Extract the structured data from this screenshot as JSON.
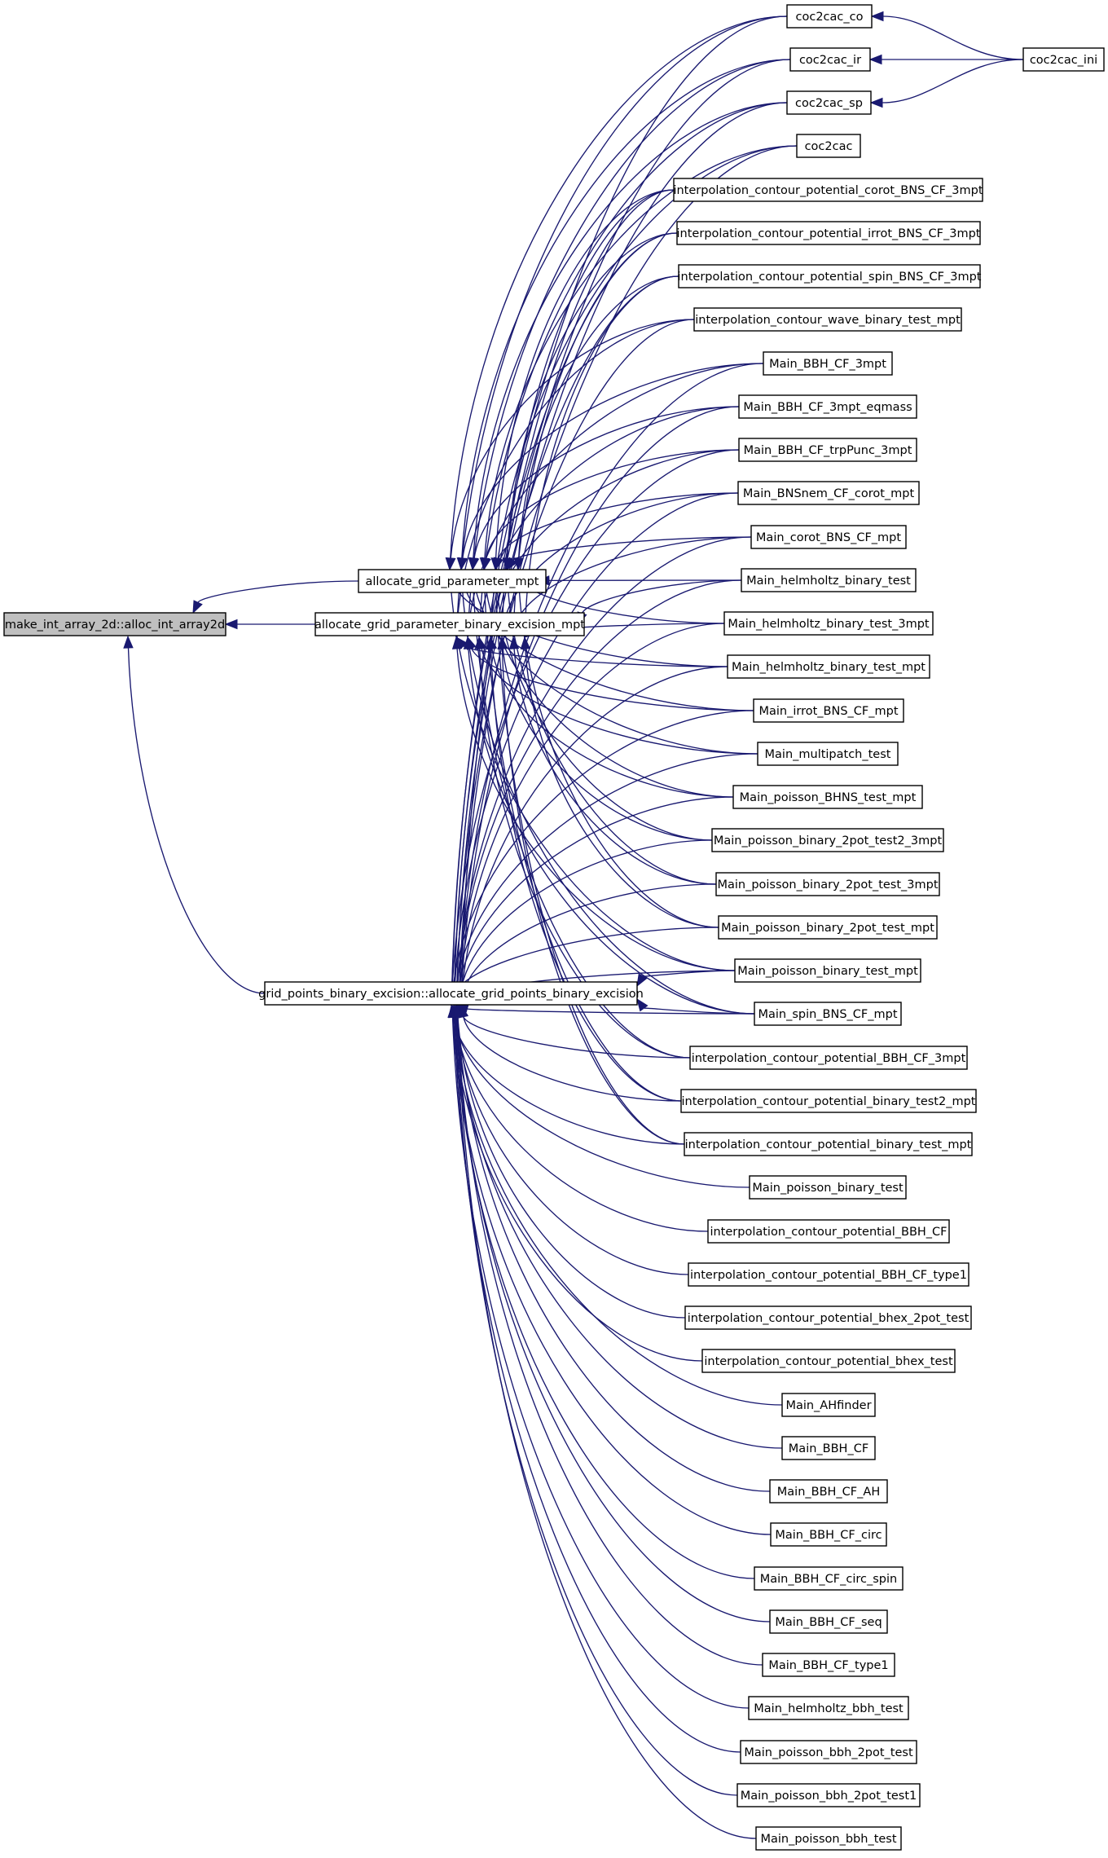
{
  "colors": {
    "edge": "#191970",
    "root_fill": "#bfbfbf",
    "node_fill": "#ffffff",
    "border": "#000000"
  },
  "nodes": {
    "root": "make_int_array_2d::alloc_int_array2d",
    "alloc_mpt": "allocate_grid_parameter_mpt",
    "alloc_bin_exc_mpt": "allocate_grid_parameter_binary_excision_mpt",
    "grid_points_bin_exc": "grid_points_binary_excision::allocate_grid_points_binary_excision",
    "coc2cac_co": "coc2cac_co",
    "coc2cac_ir": "coc2cac_ir",
    "coc2cac_sp": "coc2cac_sp",
    "coc2cac_ini": "coc2cac_ini",
    "coc2cac": "coc2cac",
    "ic_corot_bns_3mpt": "interpolation_contour_potential_corot_BNS_CF_3mpt",
    "ic_irrot_bns_3mpt": "interpolation_contour_potential_irrot_BNS_CF_3mpt",
    "ic_spin_bns_3mpt": "interpolation_contour_potential_spin_BNS_CF_3mpt",
    "ic_wave_binary_test_mpt": "interpolation_contour_wave_binary_test_mpt",
    "main_bbh_cf_3mpt": "Main_BBH_CF_3mpt",
    "main_bbh_cf_3mpt_eqmass": "Main_BBH_CF_3mpt_eqmass",
    "main_bbh_cf_trppunc_3mpt": "Main_BBH_CF_trpPunc_3mpt",
    "main_bnsnem_cf_corot_mpt": "Main_BNSnem_CF_corot_mpt",
    "main_corot_bns_cf_mpt": "Main_corot_BNS_CF_mpt",
    "main_helmholtz_binary_test": "Main_helmholtz_binary_test",
    "main_helmholtz_binary_test_3mpt": "Main_helmholtz_binary_test_3mpt",
    "main_helmholtz_binary_test_mpt": "Main_helmholtz_binary_test_mpt",
    "main_irrot_bns_cf_mpt": "Main_irrot_BNS_CF_mpt",
    "main_multipatch_test": "Main_multipatch_test",
    "main_poisson_bhns_test_mpt": "Main_poisson_BHNS_test_mpt",
    "main_poisson_binary_2pot_test2_3mpt": "Main_poisson_binary_2pot_test2_3mpt",
    "main_poisson_binary_2pot_test_3mpt": "Main_poisson_binary_2pot_test_3mpt",
    "main_poisson_binary_2pot_test_mpt": "Main_poisson_binary_2pot_test_mpt",
    "main_poisson_binary_test_mpt": "Main_poisson_binary_test_mpt",
    "main_spin_bns_cf_mpt": "Main_spin_BNS_CF_mpt",
    "ic_bbh_cf_3mpt": "interpolation_contour_potential_BBH_CF_3mpt",
    "ic_binary_test2_mpt": "interpolation_contour_potential_binary_test2_mpt",
    "ic_binary_test_mpt": "interpolation_contour_potential_binary_test_mpt",
    "main_poisson_binary_test": "Main_poisson_binary_test",
    "ic_bbh_cf": "interpolation_contour_potential_BBH_CF",
    "ic_bbh_cf_type1": "interpolation_contour_potential_BBH_CF_type1",
    "ic_bhex_2pot_test": "interpolation_contour_potential_bhex_2pot_test",
    "ic_bhex_test": "interpolation_contour_potential_bhex_test",
    "main_ahfinder": "Main_AHfinder",
    "main_bbh_cf": "Main_BBH_CF",
    "main_bbh_cf_ah": "Main_BBH_CF_AH",
    "main_bbh_cf_circ": "Main_BBH_CF_circ",
    "main_bbh_cf_circ_spin": "Main_BBH_CF_circ_spin",
    "main_bbh_cf_seq": "Main_BBH_CF_seq",
    "main_bbh_cf_type1": "Main_BBH_CF_type1",
    "main_helmholtz_bbh_test": "Main_helmholtz_bbh_test",
    "main_poisson_bbh_2pot_test": "Main_poisson_bbh_2pot_test",
    "main_poisson_bbh_2pot_test1": "Main_poisson_bbh_2pot_test1",
    "main_poisson_bbh_test": "Main_poisson_bbh_test"
  }
}
